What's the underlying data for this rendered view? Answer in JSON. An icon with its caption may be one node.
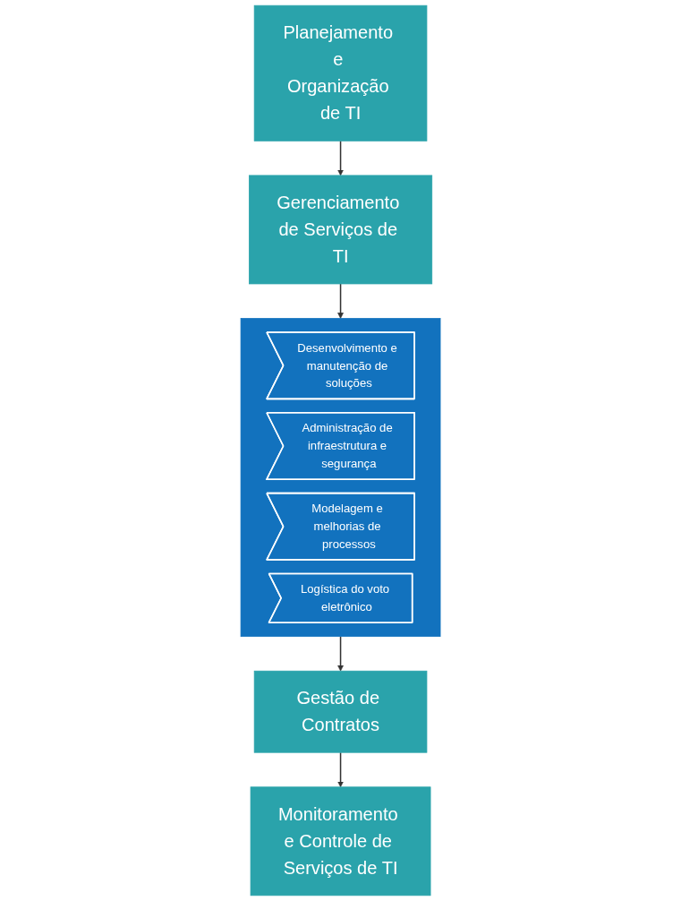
{
  "diagram": {
    "nodes": [
      {
        "text": [
          "Planejamento e Organização de TI"
        ]
      },
      {
        "text": [
          "Gerenciamento de Serviços de TI"
        ]
      },
      {
        "text": [],
        "shape": "band"
      },
      {
        "text": [
          "Desenvolvimento e manutenção de soluções"
        ],
        "in": 2
      },
      {
        "text": [
          "Administração de infraestrutura e segurança"
        ],
        "in": 2
      },
      {
        "text": [
          "Modelagem e melhorias de processos"
        ],
        "in": 2
      },
      {
        "text": [
          "Logística do voto eletrônico"
        ],
        "in": 2
      },
      {
        "text": [
          "Gestão de Contratos"
        ]
      },
      {
        "text": [
          "Monitoramento e Controle de Serviços de TI"
        ]
      }
    ],
    "edges": [
      {
        "from": 0,
        "to": 1,
        "arrow": "to"
      },
      {
        "from": 1,
        "to": 2,
        "arrow": "to"
      },
      {
        "from": 2,
        "to": 7,
        "arrow": "to"
      },
      {
        "from": 7,
        "to": 8,
        "arrow": "to"
      }
    ]
  }
}
